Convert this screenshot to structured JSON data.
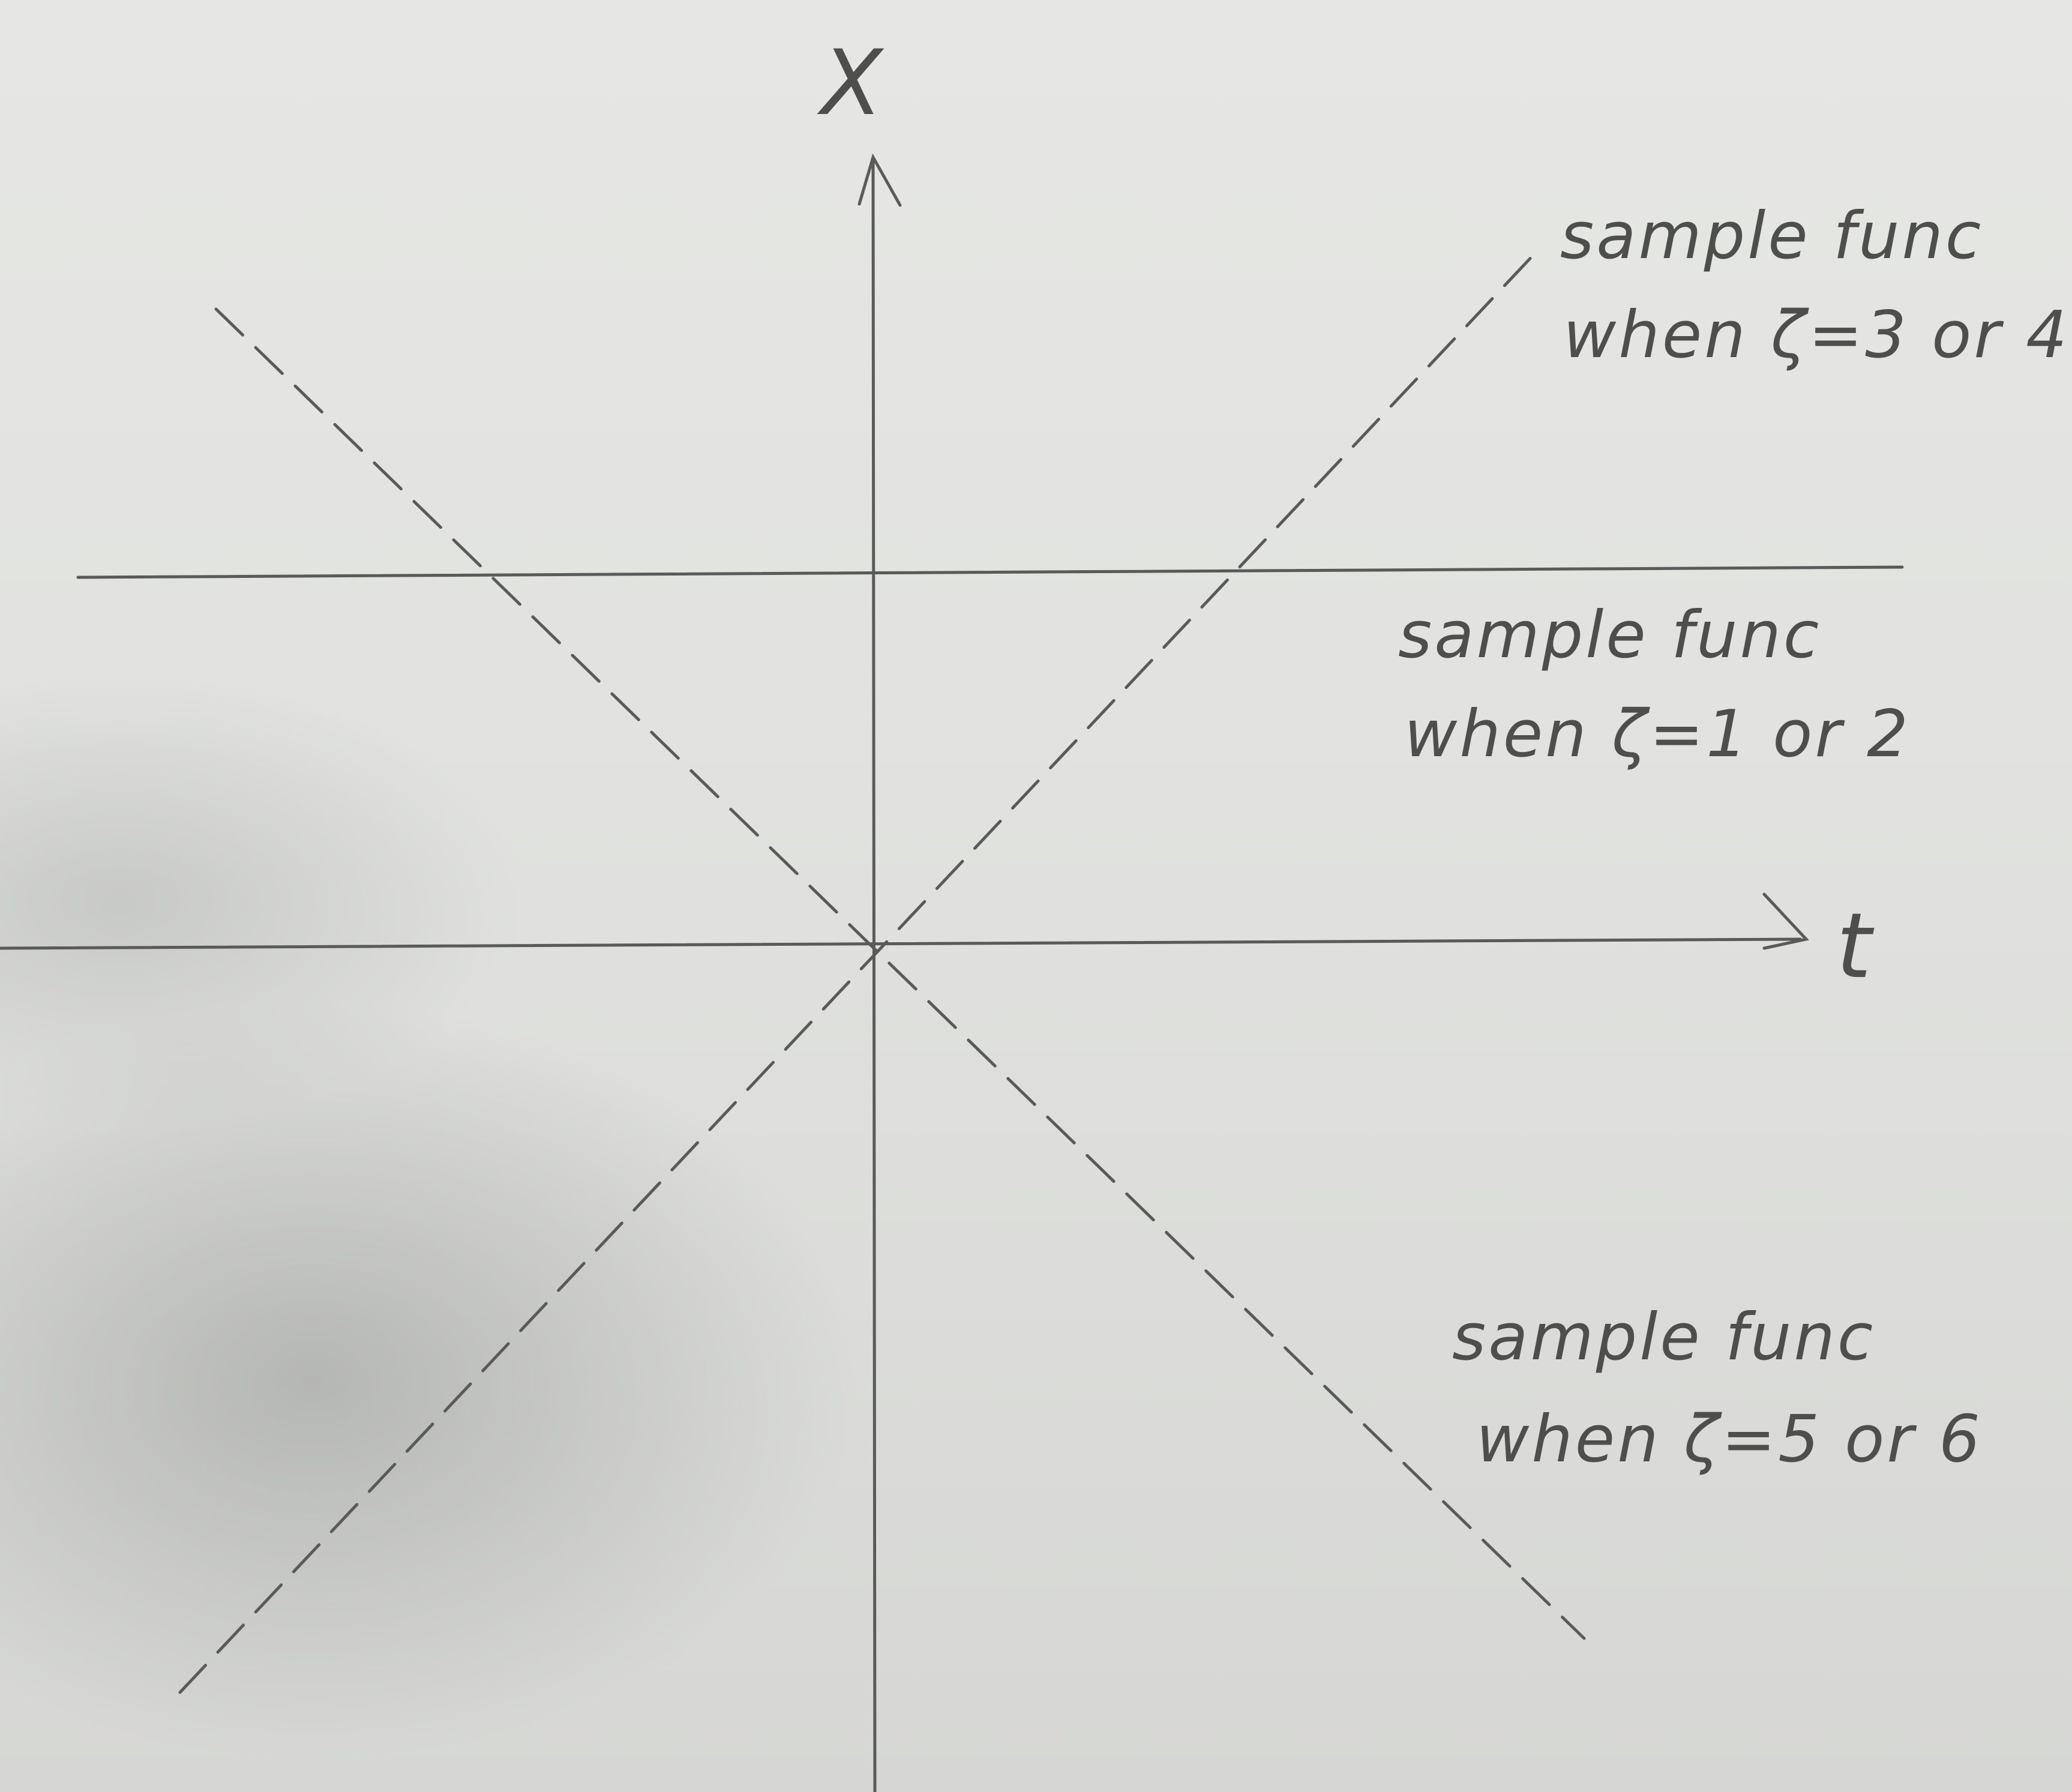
{
  "diagram": {
    "axes": {
      "vertical_label": "X",
      "horizontal_label": "t"
    },
    "labels": [
      {
        "id": "top",
        "line1": "sample func",
        "line2": "when ζ=3 or 4"
      },
      {
        "id": "middle",
        "line1": "sample func",
        "line2": "when ζ=1 or 2"
      },
      {
        "id": "bottom",
        "line1": "sample func",
        "line2": "when ζ=5 or 6"
      }
    ]
  }
}
